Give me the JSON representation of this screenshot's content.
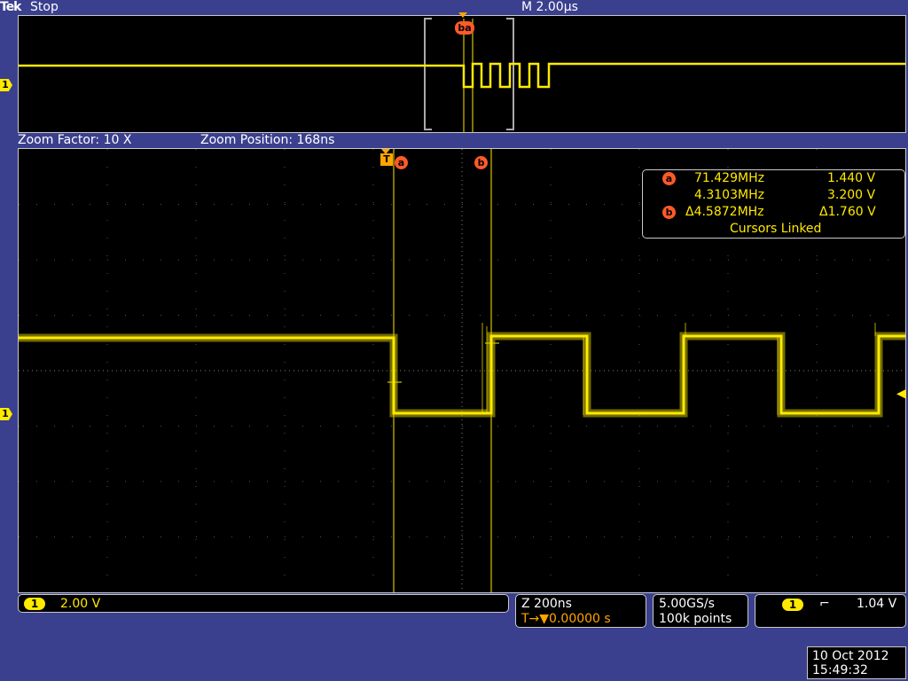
{
  "header": {
    "brand": "Tek",
    "run_state": "Stop",
    "timebase": "M 2.00µs"
  },
  "zoom_bar": {
    "factor": "Zoom Factor: 10 X",
    "position": "Zoom Position: 168ns"
  },
  "channel": {
    "label": "1",
    "color": "#ffea00"
  },
  "cursors": {
    "a_label": "a",
    "b_label": "b",
    "trigger_label": "T",
    "rows": [
      {
        "badge": "a",
        "freq": "71.429MHz",
        "volt": "1.440 V"
      },
      {
        "badge": "",
        "freq": "4.3103MHz",
        "volt": "3.200 V"
      },
      {
        "badge": "b",
        "freq": "Δ4.5872MHz",
        "volt": "Δ1.760 V"
      }
    ],
    "linked": "Cursors Linked",
    "overview_badge": "ba"
  },
  "status": {
    "ch_scale_label": "1",
    "ch_scale": "2.00 V",
    "zoom_time": "Z 200ns",
    "trigger_pos": "T→▼0.00000 s",
    "sample_rate": "5.00GS/s",
    "record_length": "100k points",
    "trigger_ch": "1",
    "trigger_slope": "⌐",
    "trigger_level": "1.04 V"
  },
  "datetime": {
    "date": "10 Oct  2012",
    "time": "15:49:32"
  }
}
